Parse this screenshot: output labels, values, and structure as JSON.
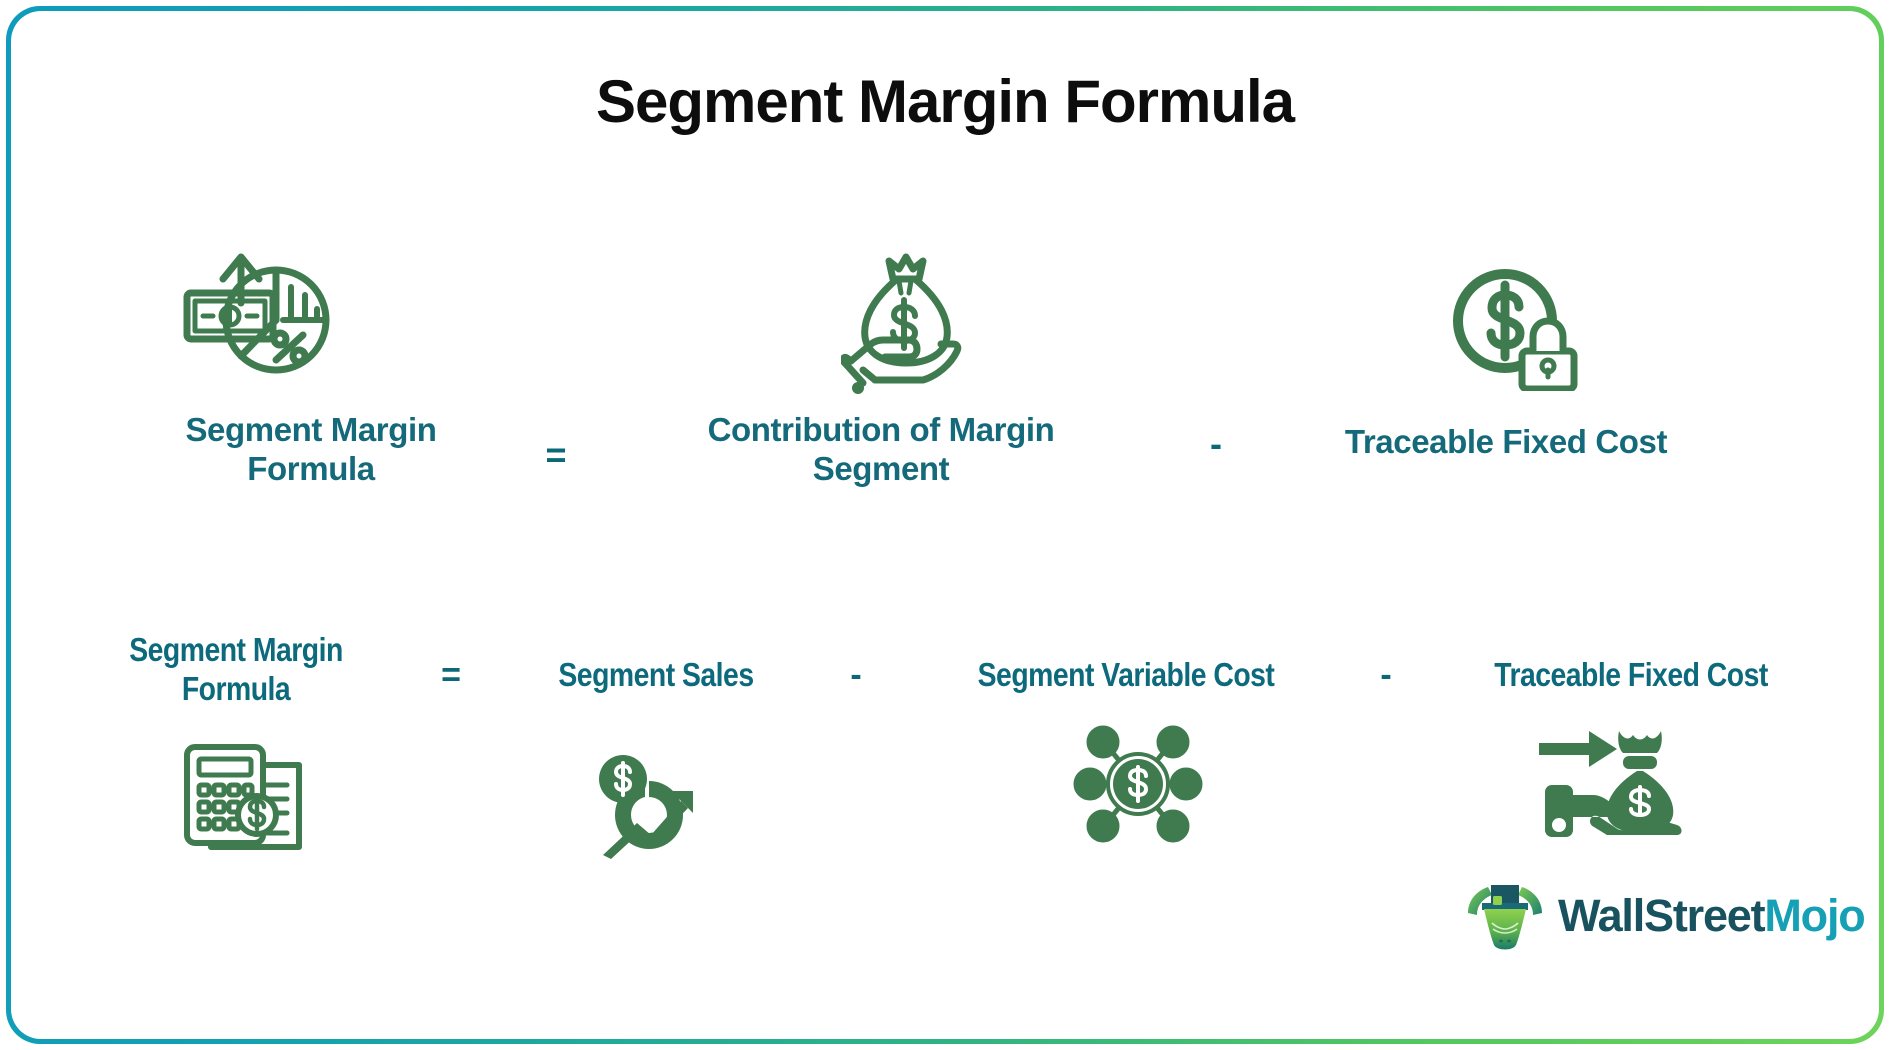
{
  "page": {
    "title": "Segment Margin Formula",
    "border_gradient_from": "#0e9bbd",
    "border_gradient_to": "#6dd45a",
    "background": "#ffffff",
    "title_color": "#0d0d0d",
    "label_color": "#14697a",
    "icon_color": "#3f7b4f"
  },
  "formula_row_1": {
    "terms": [
      {
        "label": "Segment Margin Formula",
        "icon": "money-pie-chart-icon"
      },
      {
        "label": "Contribution of Margin Segment",
        "icon": "hand-money-bag-icon"
      },
      {
        "label": "Traceable Fixed Cost",
        "icon": "dollar-coin-lock-icon"
      }
    ],
    "operators": [
      "=",
      "-"
    ]
  },
  "formula_row_2": {
    "terms": [
      {
        "label": "Segment Margin Formula",
        "icon": "calculator-document-dollar-icon"
      },
      {
        "label": "Segment Sales",
        "icon": "dollar-donut-growth-icon"
      },
      {
        "label": "Segment Variable Cost",
        "icon": "dollar-network-hub-icon"
      },
      {
        "label": "Traceable Fixed Cost",
        "icon": "hand-money-bag-arrow-icon"
      }
    ],
    "operators": [
      "=",
      "-",
      "-"
    ]
  },
  "logo": {
    "icon": "wallstreetmojo-bull-icon",
    "text_primary": "WallStreet",
    "text_secondary": "Mojo",
    "color_primary": "#18525f",
    "color_secondary": "#16a0b5"
  }
}
